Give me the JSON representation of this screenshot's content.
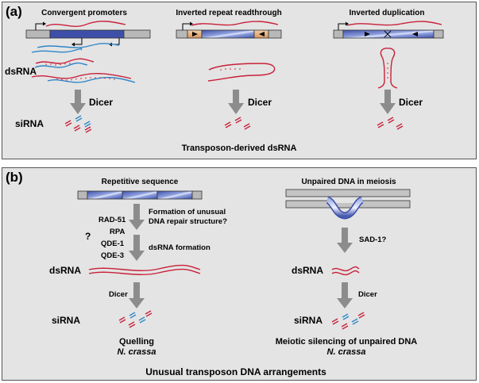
{
  "panel_a": {
    "tag": "(a)",
    "col1_title": "Convergent promoters",
    "col2_title": "Inverted repeat readthrough",
    "col3_title": "Inverted duplication",
    "dsrna_label": "dsRNA",
    "sirna_label": "siRNA",
    "dicer_label": "Dicer",
    "footer": "Transposon-derived dsRNA"
  },
  "panel_b": {
    "tag": "(b)",
    "left_title": "Repetitive sequence",
    "right_title": "Unpaired DNA in meiosis",
    "question1": "Formation of unusual",
    "question2": "DNA repair structure?",
    "factors": [
      "RAD-51",
      "RPA",
      "QDE-1",
      "QDE-3"
    ],
    "qmark": "?",
    "dsrna_formation": "dsRNA formation",
    "sad1": "SAD-1?",
    "dsrna_label": "dsRNA",
    "sirna_label": "siRNA",
    "dicer_label": "Dicer",
    "left_caption": "Quelling",
    "left_species": "N. crassa",
    "right_caption": "Meiotic silencing of unpaired DNA",
    "right_species": "N. crassa",
    "footer": "Unusual transposon DNA arrangements"
  },
  "colors": {
    "rna_red": "#c8203a",
    "rna_blue": "#2f86c8",
    "arrow_gray": "#8c8c8c",
    "gene_blue": "#3d4fa8",
    "flank_gray": "#b8b8b8",
    "ir_orange": "#e0a878"
  }
}
